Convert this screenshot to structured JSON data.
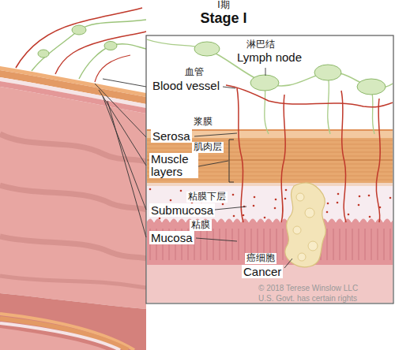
{
  "diagram": {
    "title": "Stage I",
    "labels": [
      "I期",
      "淋巴结",
      "Lymph node",
      "血管",
      "Blood vessel",
      "浆膜",
      "Serosa",
      "肌肉层",
      "Muscle layers",
      "粘膜下层",
      "Submucosa",
      "粘膜",
      "Mucosa",
      "癌细胞",
      "Cancer",
      "© 2018 Terese Winslow LLC",
      "U.S. Govt. has certain rights"
    ]
  }
}
